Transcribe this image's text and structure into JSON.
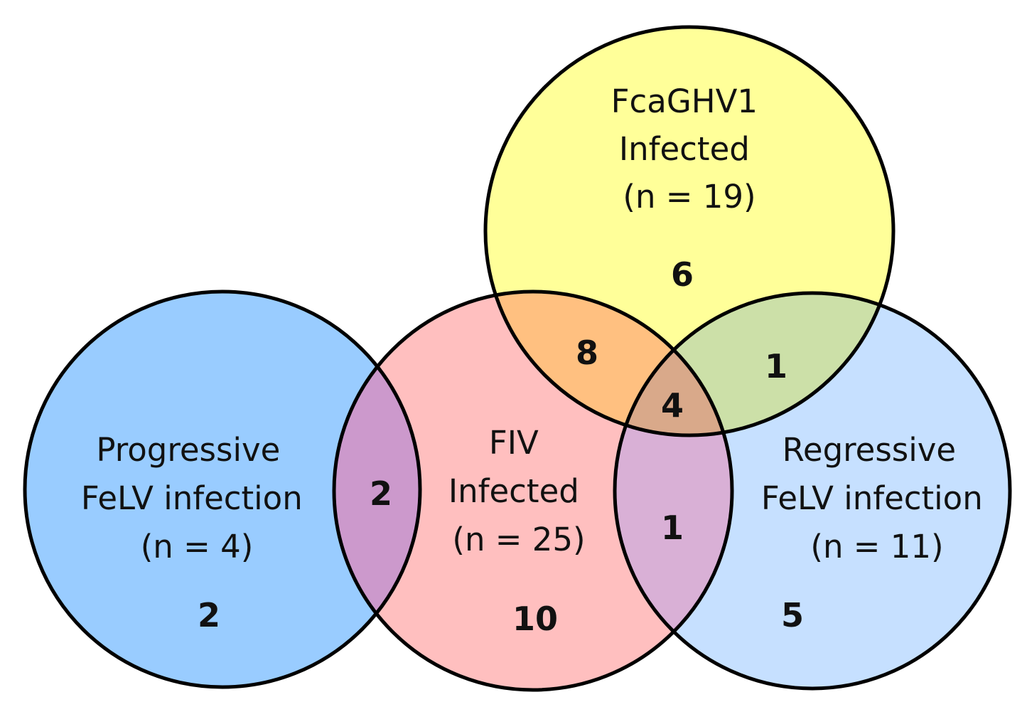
{
  "sets": [
    {
      "id": "progressive_felv",
      "label_lines": [
        "Progressive",
        "FeLV infection",
        "(n = 4)"
      ],
      "fill": "#99CCFF",
      "only_count": "2"
    },
    {
      "id": "fiv",
      "label_lines": [
        "FIV",
        "Infected",
        "(n = 25)"
      ],
      "fill": "#FFBFBF",
      "only_count": "10"
    },
    {
      "id": "fcaghv1",
      "label_lines": [
        "FcaGHV1",
        "Infected",
        "(n = 19)"
      ],
      "fill": "#FFFF99",
      "only_count": "6"
    },
    {
      "id": "regressive_felv",
      "label_lines": [
        "Regressive",
        "FeLV infection",
        "(n = 11)"
      ],
      "fill": "#C6E0FF",
      "only_count": "5"
    }
  ],
  "overlaps": {
    "progressive_fiv": {
      "count": "2",
      "fill": "#CC99CC"
    },
    "fiv_fcaghv1": {
      "count": "8",
      "fill": "#FFC080"
    },
    "fcaghv1_regressive": {
      "count": "1",
      "fill": "#CCE0A8"
    },
    "fiv_regressive": {
      "count": "1",
      "fill": "#D9B0D6"
    },
    "fiv_fcaghv1_regressive": {
      "count": "4",
      "fill": "#D9A98A"
    }
  }
}
